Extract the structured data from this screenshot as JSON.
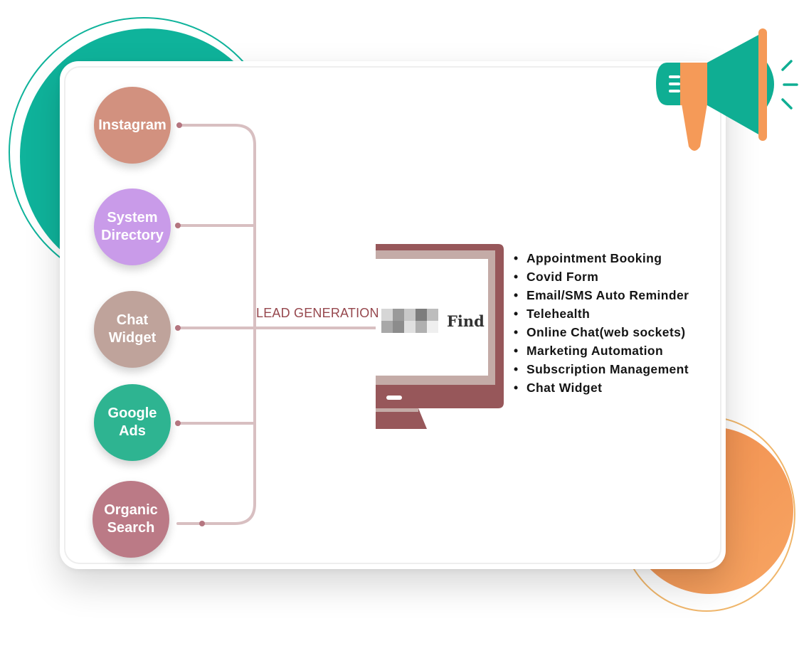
{
  "sources": [
    {
      "label": "Instagram",
      "color": "#d2917f"
    },
    {
      "label": "System\nDirectory",
      "color": "#c99be9"
    },
    {
      "label": "Chat\nWidget",
      "color": "#bfa39b"
    },
    {
      "label": "Google\nAds",
      "color": "#2eb491"
    },
    {
      "label": "Organic\nSearch",
      "color": "#bb7a86"
    }
  ],
  "flow_label": "LEAD GENERATION",
  "brand_name": "Find",
  "features": [
    "Appointment Booking",
    "Covid Form",
    "Email/SMS Auto Reminder",
    "Telehealth",
    "Online Chat(web sockets)",
    "Marketing Automation",
    "Subscription Management",
    "Chat Widget"
  ],
  "bullet": "•",
  "colors": {
    "connector": "#d8bfc1",
    "monitor_frame": "#97575a",
    "monitor_bezel": "#c4aba7",
    "megaphone_green": "#0fae93",
    "megaphone_orange": "#f59a58"
  },
  "icons": [
    "megaphone-icon",
    "monitor-icon"
  ]
}
